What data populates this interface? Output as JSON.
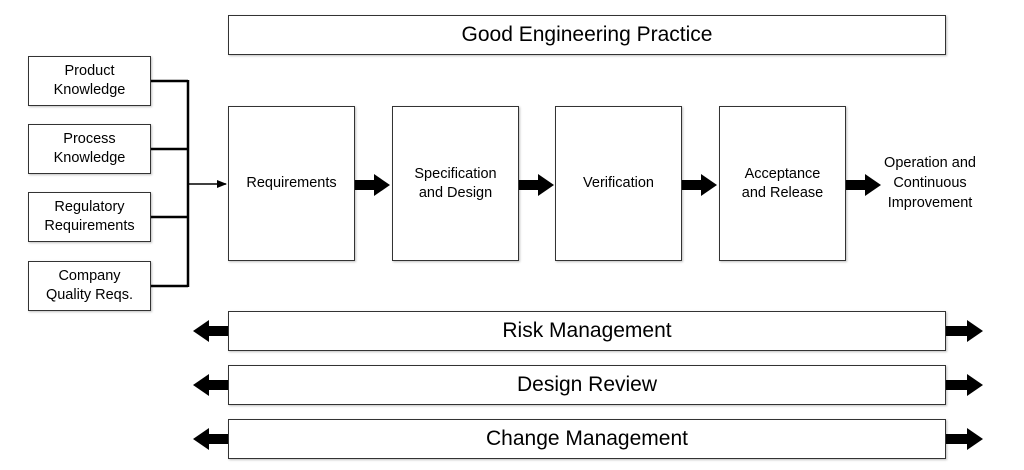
{
  "header": {
    "title": "Good Engineering Practice"
  },
  "inputs": [
    {
      "label": "Product\nKnowledge"
    },
    {
      "label": "Process\nKnowledge"
    },
    {
      "label": "Regulatory\nRequirements"
    },
    {
      "label": "Company\nQuality Reqs."
    }
  ],
  "stages": [
    {
      "label": "Requirements"
    },
    {
      "label": "Specification\nand Design"
    },
    {
      "label": "Verification"
    },
    {
      "label": "Acceptance\nand Release"
    }
  ],
  "outcome": {
    "label": "Operation and\nContinuous\nImprovement"
  },
  "supporting_processes": [
    {
      "label": "Risk Management"
    },
    {
      "label": "Design Review"
    },
    {
      "label": "Change Management"
    }
  ]
}
